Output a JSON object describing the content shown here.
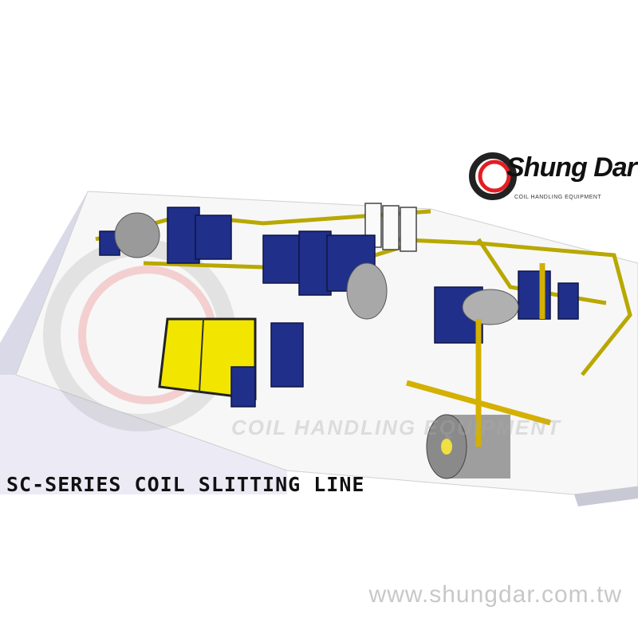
{
  "title": "SC-SERIES COIL SLITTING LINE",
  "website": "www.shungdar.com.tw",
  "logo": {
    "name": "Shung Dar",
    "tagline": "COIL HANDLING EQUIPMENT"
  },
  "watermark": {
    "tagline": "COIL HANDLING EQUIPMENT"
  },
  "colors": {
    "machine_blue": "#1f2f8a",
    "rail_yellow": "#c8b400",
    "mat_yellow": "#f2e600",
    "logo_red": "#e31e24"
  }
}
